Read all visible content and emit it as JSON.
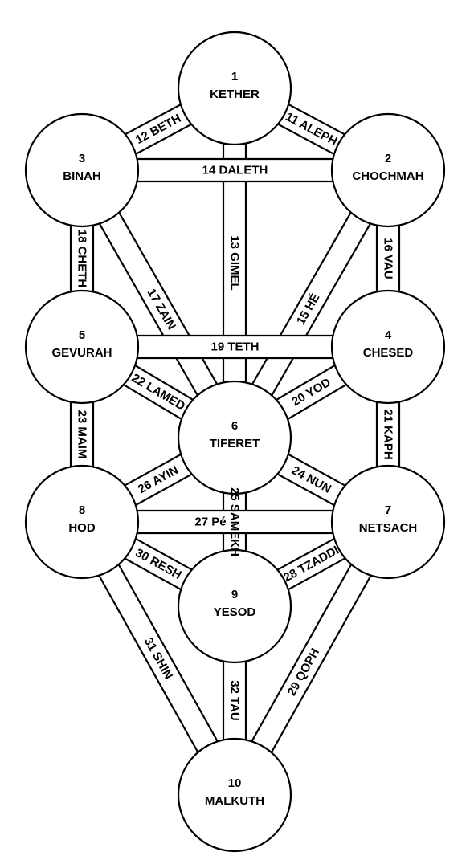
{
  "sephirot": [
    {
      "id": "s1",
      "number": "1",
      "name": "KETHER"
    },
    {
      "id": "s2",
      "number": "2",
      "name": "CHOCHMAH"
    },
    {
      "id": "s3",
      "number": "3",
      "name": "BINAH"
    },
    {
      "id": "s4",
      "number": "4",
      "name": "CHESED"
    },
    {
      "id": "s5",
      "number": "5",
      "name": "GEVURAH"
    },
    {
      "id": "s6",
      "number": "6",
      "name": "TIFERET"
    },
    {
      "id": "s7",
      "number": "7",
      "name": "NETSACH"
    },
    {
      "id": "s8",
      "number": "8",
      "name": "HOD"
    },
    {
      "id": "s9",
      "number": "9",
      "name": "YESOD"
    },
    {
      "id": "s10",
      "number": "10",
      "name": "MALKUTH"
    }
  ],
  "paths": [
    {
      "id": "p11",
      "label": "11 ALEPH"
    },
    {
      "id": "p12",
      "label": "12 BETH"
    },
    {
      "id": "p13",
      "label": "13 GIMEL"
    },
    {
      "id": "p14",
      "label": "14 DALETH"
    },
    {
      "id": "p15",
      "label": "15 HÉ"
    },
    {
      "id": "p16",
      "label": "16 VAU"
    },
    {
      "id": "p17",
      "label": "17 ZAIN"
    },
    {
      "id": "p18",
      "label": "18 CHETH"
    },
    {
      "id": "p19",
      "label": "19 TETH"
    },
    {
      "id": "p20",
      "label": "20 YOD"
    },
    {
      "id": "p21",
      "label": "21 KAPH"
    },
    {
      "id": "p22",
      "label": "22 LAMED"
    },
    {
      "id": "p23",
      "label": "23 MAIM"
    },
    {
      "id": "p24",
      "label": "24 NUN"
    },
    {
      "id": "p25",
      "label": "25 SAMEKH"
    },
    {
      "id": "p26",
      "label": "26 AYIN"
    },
    {
      "id": "p27",
      "label": "27 Pé"
    },
    {
      "id": "p28",
      "label": "28 TZADDI"
    },
    {
      "id": "p29",
      "label": "29 QOPH"
    },
    {
      "id": "p30",
      "label": "30 RESH"
    },
    {
      "id": "p31",
      "label": "31 SHIN"
    },
    {
      "id": "p32",
      "label": "32 TAU"
    }
  ]
}
